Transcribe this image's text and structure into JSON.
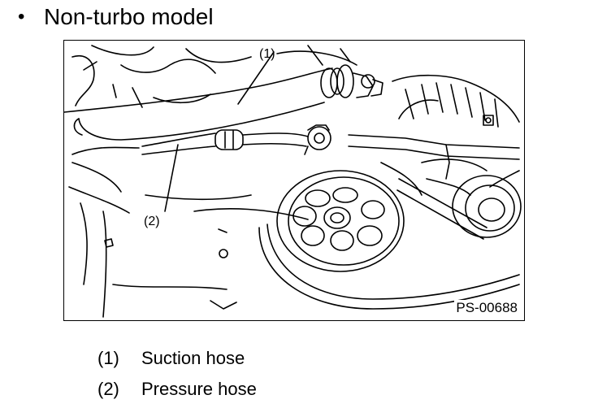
{
  "heading": {
    "bullet": "•",
    "text": "Non-turbo model"
  },
  "figure": {
    "callout_1": "(1)",
    "callout_2": "(2)",
    "code": "PS-00688"
  },
  "legend": [
    {
      "number": "(1)",
      "label": "Suction hose"
    },
    {
      "number": "(2)",
      "label": "Pressure hose"
    }
  ]
}
